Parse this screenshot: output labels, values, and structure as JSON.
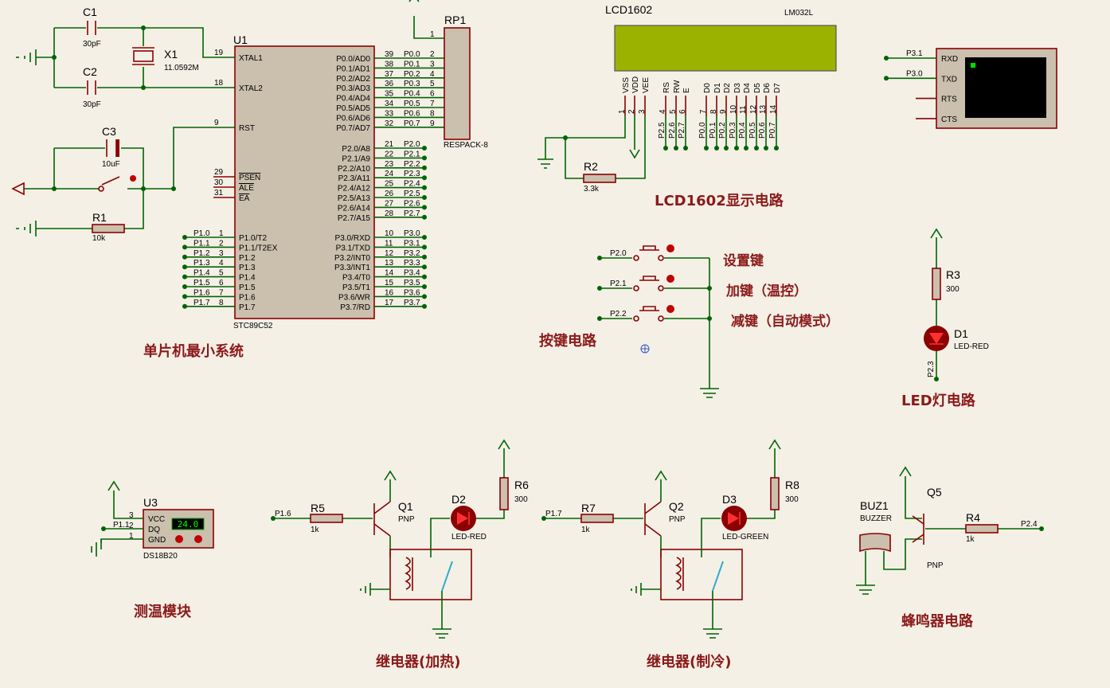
{
  "mcu": {
    "ref": "U1",
    "part": "STC89C52",
    "left_pins": [
      {
        "num": "19",
        "name": "XTAL1"
      },
      {
        "num": "18",
        "name": "XTAL2"
      },
      {
        "num": "9",
        "name": "RST"
      },
      {
        "num": "29",
        "name": "PSEN"
      },
      {
        "num": "30",
        "name": "ALE"
      },
      {
        "num": "31",
        "name": "EA"
      }
    ],
    "p1_pins": [
      {
        "num": "1",
        "name": "P1.0/T2",
        "net": "P1.0"
      },
      {
        "num": "2",
        "name": "P1.1/T2EX",
        "net": "P1.1"
      },
      {
        "num": "3",
        "name": "P1.2",
        "net": "P1.2"
      },
      {
        "num": "4",
        "name": "P1.3",
        "net": "P1.3"
      },
      {
        "num": "5",
        "name": "P1.4",
        "net": "P1.4"
      },
      {
        "num": "6",
        "name": "P1.5",
        "net": "P1.5"
      },
      {
        "num": "7",
        "name": "P1.6",
        "net": "P1.6"
      },
      {
        "num": "8",
        "name": "P1.7",
        "net": "P1.7"
      }
    ],
    "p0_pins": [
      {
        "num": "39",
        "name": "P0.0/AD0",
        "net": "P0.0"
      },
      {
        "num": "38",
        "name": "P0.1/AD1",
        "net": "P0.1"
      },
      {
        "num": "37",
        "name": "P0.2/AD2",
        "net": "P0.2"
      },
      {
        "num": "36",
        "name": "P0.3/AD3",
        "net": "P0.3"
      },
      {
        "num": "35",
        "name": "P0.4/AD4",
        "net": "P0.4"
      },
      {
        "num": "34",
        "name": "P0.5/AD5",
        "net": "P0.5"
      },
      {
        "num": "33",
        "name": "P0.6/AD6",
        "net": "P0.6"
      },
      {
        "num": "32",
        "name": "P0.7/AD7",
        "net": "P0.7"
      }
    ],
    "p2_pins": [
      {
        "num": "21",
        "name": "P2.0/A8",
        "net": "P2.0"
      },
      {
        "num": "22",
        "name": "P2.1/A9",
        "net": "P2.1"
      },
      {
        "num": "23",
        "name": "P2.2/A10",
        "net": "P2.2"
      },
      {
        "num": "24",
        "name": "P2.3/A11",
        "net": "P2.3"
      },
      {
        "num": "25",
        "name": "P2.4/A12",
        "net": "P2.4"
      },
      {
        "num": "26",
        "name": "P2.5/A13",
        "net": "P2.5"
      },
      {
        "num": "27",
        "name": "P2.6/A14",
        "net": "P2.6"
      },
      {
        "num": "28",
        "name": "P2.7/A15",
        "net": "P2.7"
      }
    ],
    "p3_pins": [
      {
        "num": "10",
        "name": "P3.0/RXD",
        "net": "P3.0"
      },
      {
        "num": "11",
        "name": "P3.1/TXD",
        "net": "P3.1"
      },
      {
        "num": "12",
        "name": "P3.2/INT0",
        "net": "P3.2"
      },
      {
        "num": "13",
        "name": "P3.3/INT1",
        "net": "P3.3"
      },
      {
        "num": "14",
        "name": "P3.4/T0",
        "net": "P3.4"
      },
      {
        "num": "15",
        "name": "P3.5/T1",
        "net": "P3.5"
      },
      {
        "num": "16",
        "name": "P3.6/WR",
        "net": "P3.6"
      },
      {
        "num": "17",
        "name": "P3.7/RD",
        "net": "P3.7"
      }
    ]
  },
  "rp1": {
    "ref": "RP1",
    "part": "RESPACK-8",
    "pins": [
      "1",
      "2",
      "3",
      "4",
      "5",
      "6",
      "7",
      "8",
      "9"
    ]
  },
  "crystal": {
    "c1": {
      "ref": "C1",
      "value": "30pF"
    },
    "c2": {
      "ref": "C2",
      "value": "30pF"
    },
    "x1": {
      "ref": "X1",
      "value": "11.0592M"
    }
  },
  "reset": {
    "c3": {
      "ref": "C3",
      "value": "10uF"
    },
    "r1": {
      "ref": "R1",
      "value": "10k"
    }
  },
  "lcd": {
    "ref": "LCD1602",
    "part": "LM032L",
    "pin_names": [
      "VSS",
      "VDD",
      "VEE",
      "RS",
      "RW",
      "E",
      "D0",
      "D1",
      "D2",
      "D3",
      "D4",
      "D5",
      "D6",
      "D7"
    ],
    "pin_nums": [
      "1",
      "2",
      "3",
      "4",
      "5",
      "6",
      "7",
      "8",
      "9",
      "10",
      "11",
      "12",
      "13",
      "14"
    ],
    "nets": [
      "P2.5",
      "P2.6",
      "P2.7",
      "P0.0",
      "P0.1",
      "P0.2",
      "P0.3",
      "P0.4",
      "P0.5",
      "P0.6",
      "P0.7"
    ],
    "r2": {
      "ref": "R2",
      "value": "3.3k"
    },
    "screen_color": "#9bb300"
  },
  "uart": {
    "rows": [
      {
        "pin": "RXD",
        "net": "P3.1"
      },
      {
        "pin": "TXD",
        "net": "P3.0"
      },
      {
        "pin": "RTS",
        "net": ""
      },
      {
        "pin": "CTS",
        "net": ""
      }
    ]
  },
  "keys": {
    "nets": [
      "P2.0",
      "P2.1",
      "P2.2"
    ],
    "labels": [
      "设置键",
      "加键（温控）",
      "减键（自动模式）"
    ]
  },
  "led": {
    "r3": {
      "ref": "R3",
      "value": "300"
    },
    "d1": {
      "ref": "D1",
      "part": "LED-RED"
    },
    "net": "P2.3"
  },
  "ds18b20": {
    "ref": "U3",
    "part": "DS18B20",
    "pins": [
      {
        "num": "3",
        "name": "VCC"
      },
      {
        "num": "2",
        "name": "DQ"
      },
      {
        "num": "1",
        "name": "GND"
      }
    ],
    "net": "P1.1",
    "reading": "24.0"
  },
  "relay_heat": {
    "r_in": {
      "ref": "R5",
      "value": "1k"
    },
    "q": {
      "ref": "Q1",
      "part": "PNP"
    },
    "d": {
      "ref": "D2",
      "part": "LED-RED"
    },
    "r_led": {
      "ref": "R6",
      "value": "300"
    },
    "net": "P1.6"
  },
  "relay_cool": {
    "r_in": {
      "ref": "R7",
      "value": "1k"
    },
    "q": {
      "ref": "Q2",
      "part": "PNP"
    },
    "d": {
      "ref": "D3",
      "part": "LED-GREEN"
    },
    "r_led": {
      "ref": "R8",
      "value": "300"
    },
    "net": "P1.7"
  },
  "buzzer": {
    "buz": {
      "ref": "BUZ1",
      "part": "BUZZER"
    },
    "q": {
      "ref": "Q5",
      "part": "PNP"
    },
    "r": {
      "ref": "R4",
      "value": "1k"
    },
    "net": "P2.4"
  },
  "captions": {
    "mcu": "单片机最小系统",
    "lcd": "LCD1602显示电路",
    "keys": "按键电路",
    "led": "LED灯电路",
    "temp": "测温模块",
    "relay_heat": "继电器(加热)",
    "relay_cool": "继电器(制冷)",
    "buzzer": "蜂鸣器电路"
  },
  "colors": {
    "wire": "#006400",
    "part": "#8b0000",
    "caption": "#8b1a1a",
    "background": "#f4f0e6"
  }
}
